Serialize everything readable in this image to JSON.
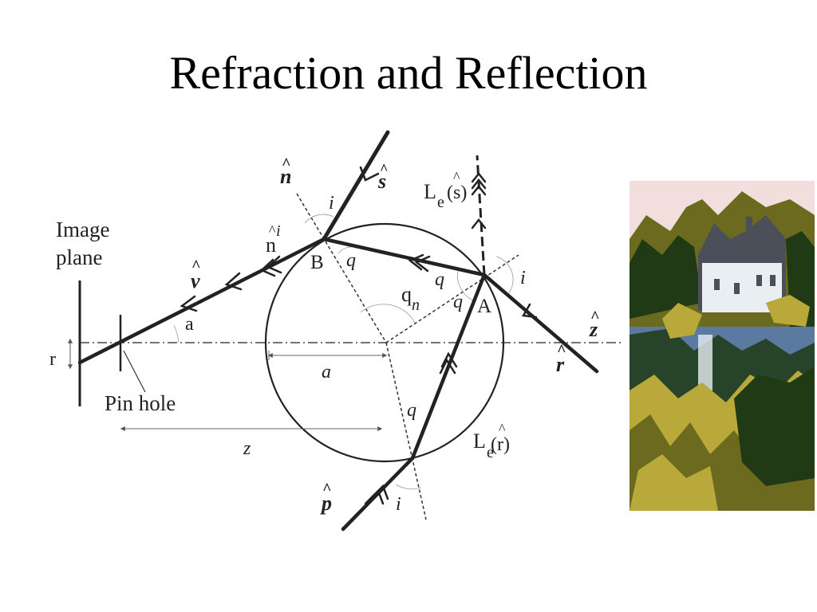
{
  "title": "Refraction and Reflection",
  "labels": {
    "image_plane_1": "Image",
    "image_plane_2": "plane",
    "pin_hole": "Pin hole",
    "r": "r",
    "alpha": "a",
    "a": "a",
    "z": "z",
    "v": "v",
    "n": "n",
    "n_i": "n",
    "n_i_sub": "i",
    "B": "B",
    "A": "A",
    "i_top": "i",
    "i_right": "i",
    "i_bottom": "i",
    "s": "s",
    "q_B": "q",
    "q_A1": "q",
    "q_A2": "q",
    "q_n": "q",
    "q_n_sub": "n",
    "q_bottom": "q",
    "z_axis": "z",
    "r_vec": "r",
    "p": "p",
    "Le_s_L": "L",
    "Le_s_e": "e",
    "Le_s_arg": "(s)",
    "Le_r_L": "L",
    "Le_r_e": "e",
    "Le_r_arg": "(r)",
    "hat": "^"
  },
  "colors": {
    "ink": "#222222",
    "thin": "#666666",
    "sky": "#f3dede",
    "foliage_dark": "#1f3a14",
    "foliage_mid": "#6b6a1f",
    "foliage_light": "#b9a83a",
    "house": "#e9eef3",
    "roof": "#4a4f5a",
    "water": "#5b7aa0"
  },
  "icons": {
    "thumbnail": "house-landscape-image"
  }
}
